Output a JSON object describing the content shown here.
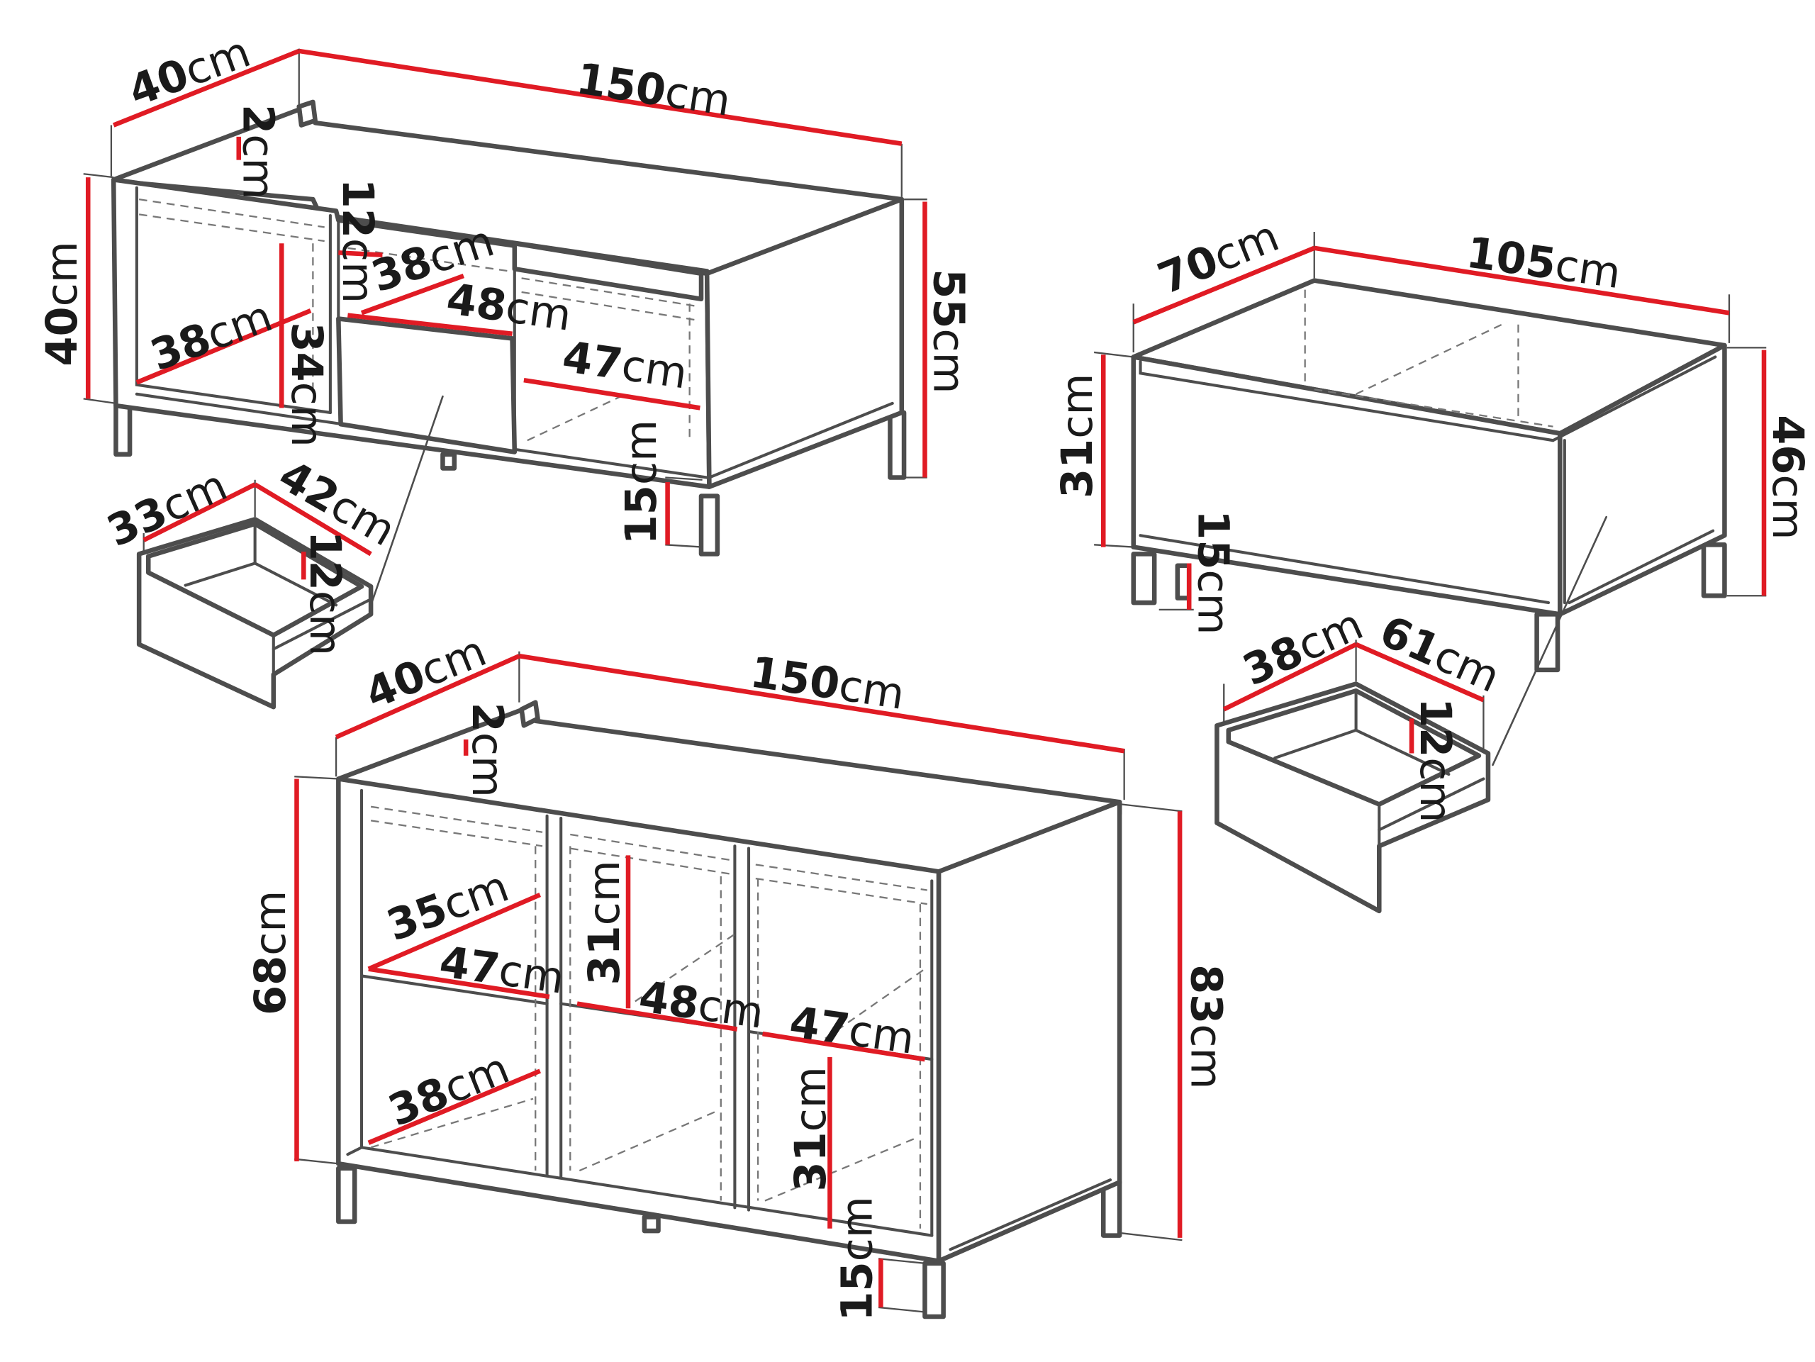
{
  "colors": {
    "outline": "#4d4d4d",
    "dimension_line": "#e01b24",
    "text": "#1a1a1a"
  },
  "unit": "cm",
  "labels": {
    "tv_width": "150",
    "tv_depth": "40",
    "tv_height": "40",
    "tv_total_height": "55",
    "tv_top": "2",
    "tv_top_shelf": "12",
    "tv_shelf_depth": "38",
    "tv_shelf_width": "48",
    "tv_left_depth": "38",
    "tv_left_height": "34",
    "tv_right_width": "47",
    "tv_leg": "15",
    "tv_drawer_depth": "33",
    "tv_drawer_width": "42",
    "tv_drawer_height": "12",
    "table_depth": "70",
    "table_width": "105",
    "table_body": "31",
    "table_height": "46",
    "table_leg": "15",
    "table_drawer_depth": "38",
    "table_drawer_width": "61",
    "table_drawer_height": "12",
    "sb_depth": "40",
    "sb_width": "150",
    "sb_top": "2",
    "sb_body": "68",
    "sb_height": "83",
    "sb_shelf_depth": "35",
    "sb_left_width": "47",
    "sb_mid_height": "31",
    "sb_mid_width": "48",
    "sb_right_width": "47",
    "sb_lower_depth": "38",
    "sb_right_height": "31",
    "sb_leg": "15"
  }
}
